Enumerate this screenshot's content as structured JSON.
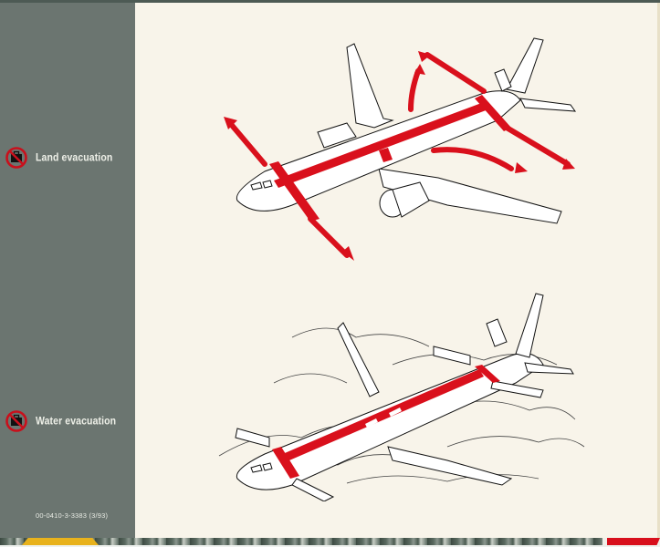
{
  "sidebar": {
    "sections": [
      {
        "label": "Land evacuation",
        "icon": "no-baggage-icon"
      },
      {
        "label": "Water evacuation",
        "icon": "no-baggage-icon"
      }
    ],
    "document_code": "00-0410-3-3383 (3/93)"
  },
  "illustrations": [
    {
      "name": "land-evacuation-diagram",
      "description": "Aircraft with escape slides, red evacuation paths and arrows leading away"
    },
    {
      "name": "water-evacuation-diagram",
      "description": "Aircraft in water with life rafts at exits and red evacuation paths"
    }
  ],
  "colors": {
    "sidebar": "#6b7570",
    "paper": "#f8f4ea",
    "evac_red": "#d9101c",
    "accent_yellow": "#e8b21c"
  }
}
